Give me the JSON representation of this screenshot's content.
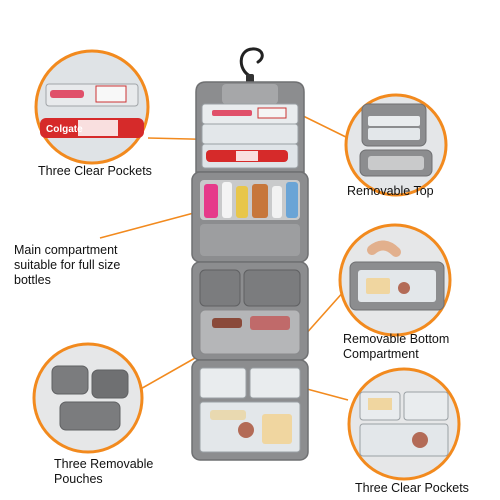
{
  "callouts": [
    {
      "id": "top-pockets",
      "lines": [
        "Three Clear Pockets"
      ]
    },
    {
      "id": "removable-top",
      "lines": [
        "Removable Top"
      ]
    },
    {
      "id": "main-compartment",
      "lines": [
        "Main compartment",
        "suitable for full size",
        "bottles"
      ]
    },
    {
      "id": "removable-bottom",
      "lines": [
        "Removable Bottom",
        "Compartment"
      ]
    },
    {
      "id": "pouches",
      "lines": [
        "Three Removable",
        "Pouches"
      ]
    },
    {
      "id": "bottom-pockets",
      "lines": [
        "Three Clear Pockets"
      ]
    }
  ],
  "colors": {
    "accent": "#f28a1e",
    "bag": "#8c8d8f",
    "bag_dark": "#6f7072",
    "lining": "#c9cacb",
    "pocket": "#e9ecee"
  },
  "products": {
    "toothpaste_brand": "Colgate"
  }
}
